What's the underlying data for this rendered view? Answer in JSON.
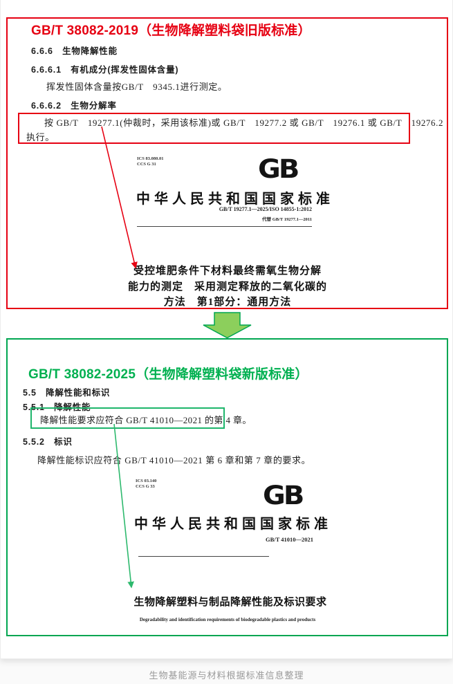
{
  "page": {
    "caption": "生物基能源与材料根据标准信息整理"
  },
  "colors": {
    "red_accent": "#e60012",
    "green_border": "#00a651",
    "green_title": "#00b050",
    "block_arrow_fill": "#8ccf5c",
    "thin_green_arrow": "#2db96d",
    "caption_gray": "#9a9a9a"
  },
  "old_box": {
    "title": "GB/T 38082-2019（生物降解塑料袋旧版标准）",
    "h1": "6.6.6　生物降解性能",
    "h2": "6.6.6.1　有机成分(挥发性固体含量)",
    "p1": "挥发性固体含量按GB/T　9345.1进行测定。",
    "h3": "6.6.6.2　生物分解率",
    "highlight_line1": "按 GB/T　19277.1(仲裁时，采用该标准)或 GB/T　19277.2 或 GB/T　19276.1 或 GB/T　19276.2",
    "highlight_line2": "执行。",
    "doc": {
      "ics": "ICS 83.080.01",
      "ccs": "CCS G 31",
      "gb_logo": "GB",
      "heading": "中华人民共和国国家标准",
      "std_no": "GB/T 19277.1—2025/ISO 14855-1:2012",
      "replaces": "代替 GB/T 19277.1—2011",
      "title_line1": "受控堆肥条件下材料最终需氧生物分解",
      "title_line2": "能力的测定　采用测定释放的二氧化碳的",
      "title_line3": "方法　第1部分：通用方法"
    }
  },
  "new_box": {
    "title": "GB/T 38082-2025（生物降解塑料袋新版标准）",
    "h1": "5.5　降解性能和标识",
    "h2": "5.5.1　降解性能",
    "highlight": "降解性能要求应符合 GB/T 41010—2021 的第 4 章。",
    "h3": "5.5.2　标识",
    "p1": "降解性能标识应符合 GB/T 41010—2021 第 6 章和第 7 章的要求。",
    "doc": {
      "ics": "ICS 03.140",
      "ccs": "CCS G 33",
      "gb_logo": "GB",
      "heading": "中华人民共和国国家标准",
      "std_no": "GB/T 41010—2021",
      "title": "生物降解塑料与制品降解性能及标识要求",
      "subtitle_en": "Degradability and identification requirements of biodegradable plastics and products"
    }
  }
}
